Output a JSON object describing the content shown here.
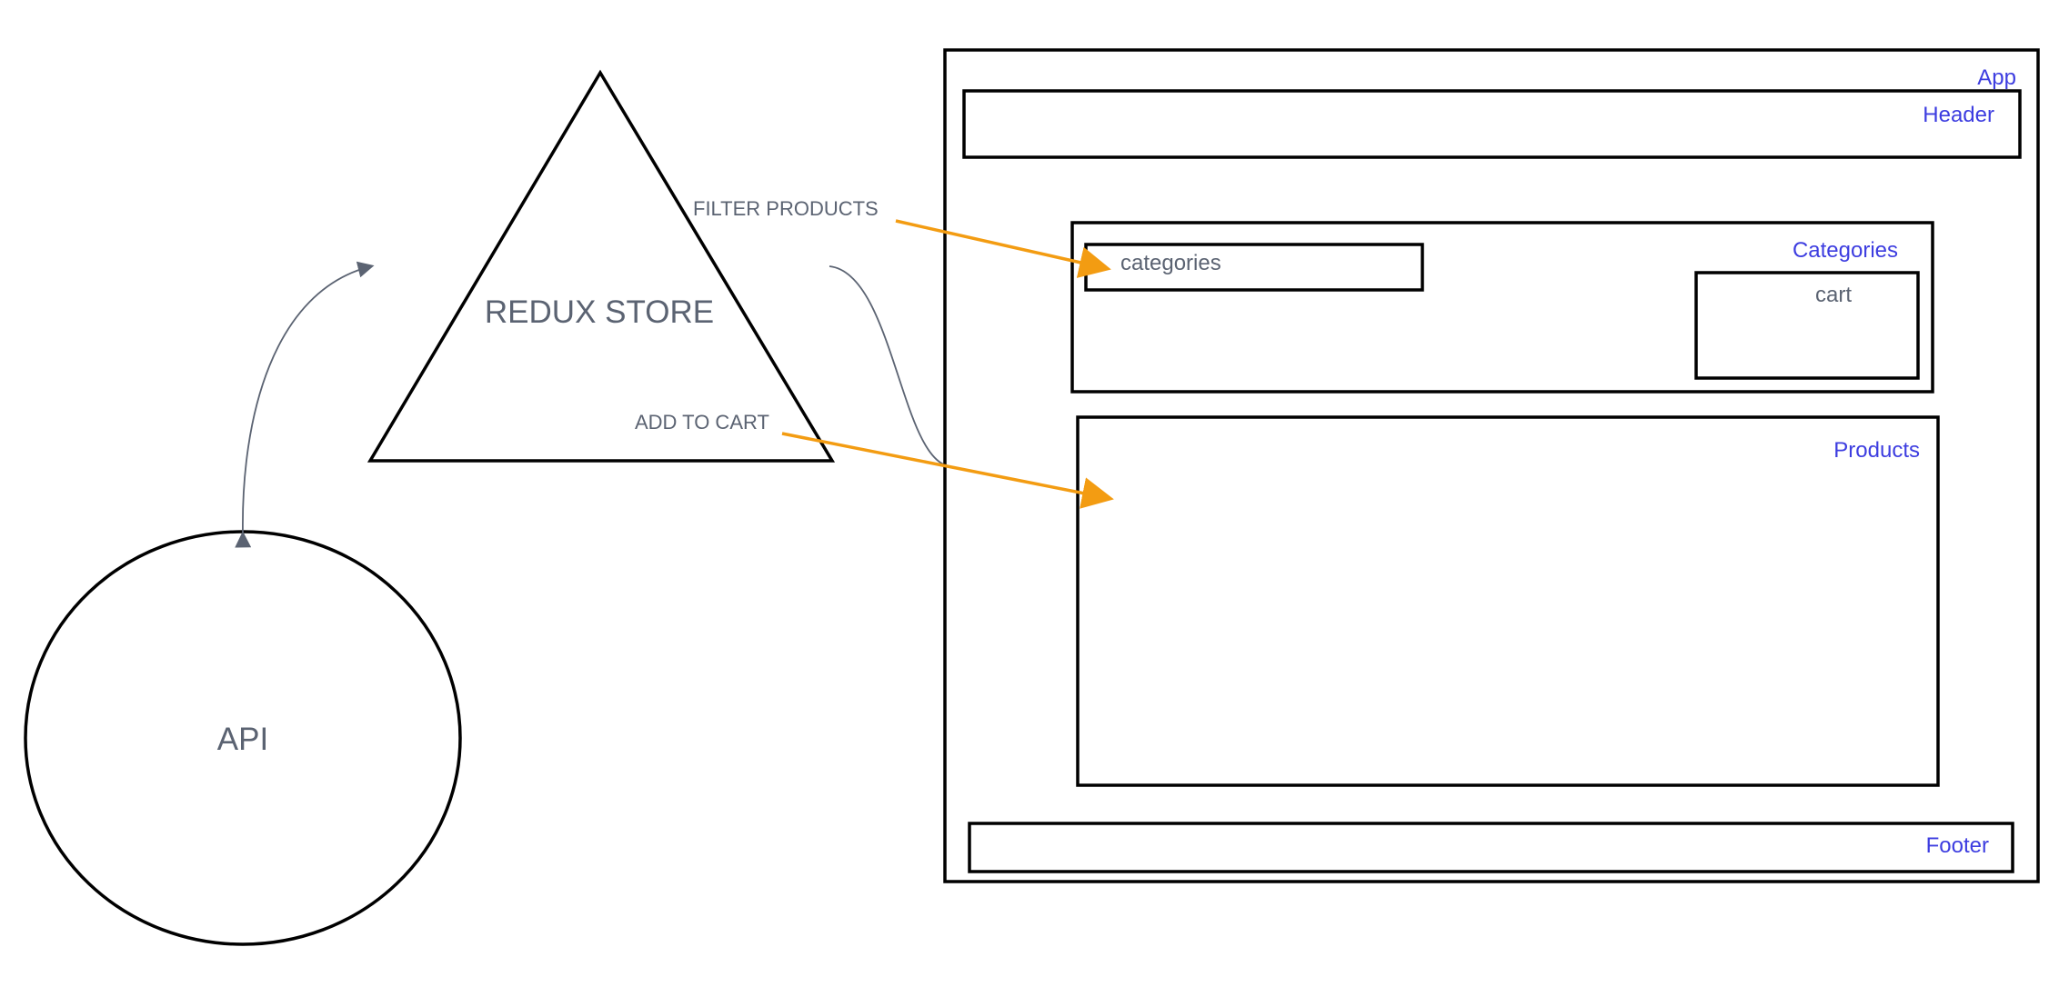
{
  "colors": {
    "outline": "#000000",
    "component_label": "#3d3de0",
    "node_label": "#5b6372",
    "action_arrow": "#f39c12",
    "connector": "#5b6372"
  },
  "nodes": {
    "api": {
      "label": "API"
    },
    "redux_store": {
      "label": "REDUX STORE"
    }
  },
  "actions": {
    "filter_products": "FILTER PRODUCTS",
    "add_to_cart": "ADD TO CART"
  },
  "components": {
    "app": "App",
    "header": "Header",
    "categories": "Categories",
    "categories_list": "categories",
    "cart": "cart",
    "products": "Products",
    "footer": "Footer"
  }
}
